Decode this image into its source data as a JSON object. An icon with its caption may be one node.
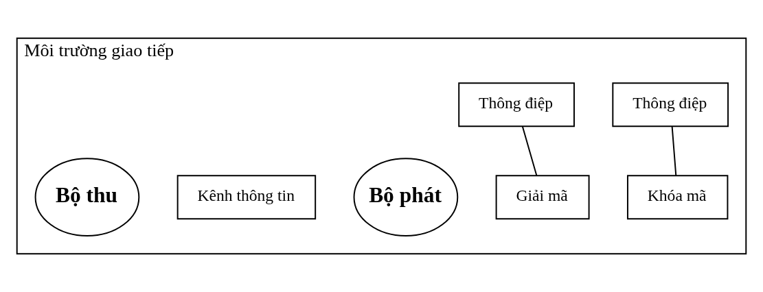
{
  "diagram": {
    "nodes": [
      {
        "text": [
          "Môi trường giao tiếp"
        ]
      },
      {
        "text": [
          "Bộ phát"
        ],
        "in": 0
      },
      {
        "text": [
          "Thông điệp"
        ],
        "in": 0
      },
      {
        "text": [
          "Khóa mã"
        ],
        "in": 0
      },
      {
        "text": [
          "Kênh thông tin"
        ],
        "in": 0
      },
      {
        "text": [
          "Thông điệp"
        ],
        "in": 0
      },
      {
        "text": [
          "Giải mã"
        ],
        "in": 0
      },
      {
        "text": [
          "Bộ thu"
        ],
        "in": 0
      }
    ],
    "edges": [
      {
        "from": 2,
        "to": 3,
        "arrow": "none"
      },
      {
        "from": 5,
        "to": 6,
        "arrow": "none"
      }
    ]
  }
}
